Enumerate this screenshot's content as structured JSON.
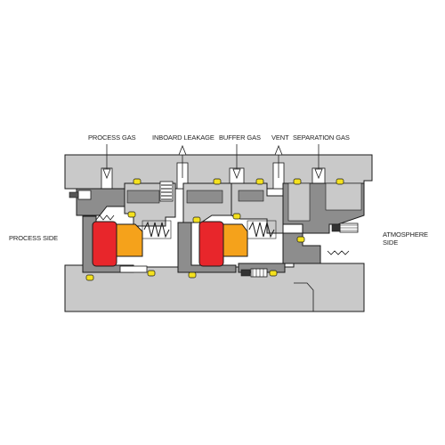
{
  "labels": {
    "process_gas": "PROCESS GAS",
    "inboard_leakage": "INBOARD LEAKAGE",
    "buffer_gas": "BUFFER GAS",
    "vent": "VENT",
    "separation_gas": "SEPARATION GAS",
    "process_side": "PROCESS SIDE",
    "atmosphere_line1": "ATMOSPHERE",
    "atmosphere_line2": "SIDE"
  },
  "colors": {
    "housing": "#c8c8c8",
    "dark_part": "#8a8a8a",
    "outline": "#1a1a1a",
    "seal_ring": "#e8262b",
    "seat": "#f5a21b",
    "o_ring": "#f4e11e"
  }
}
